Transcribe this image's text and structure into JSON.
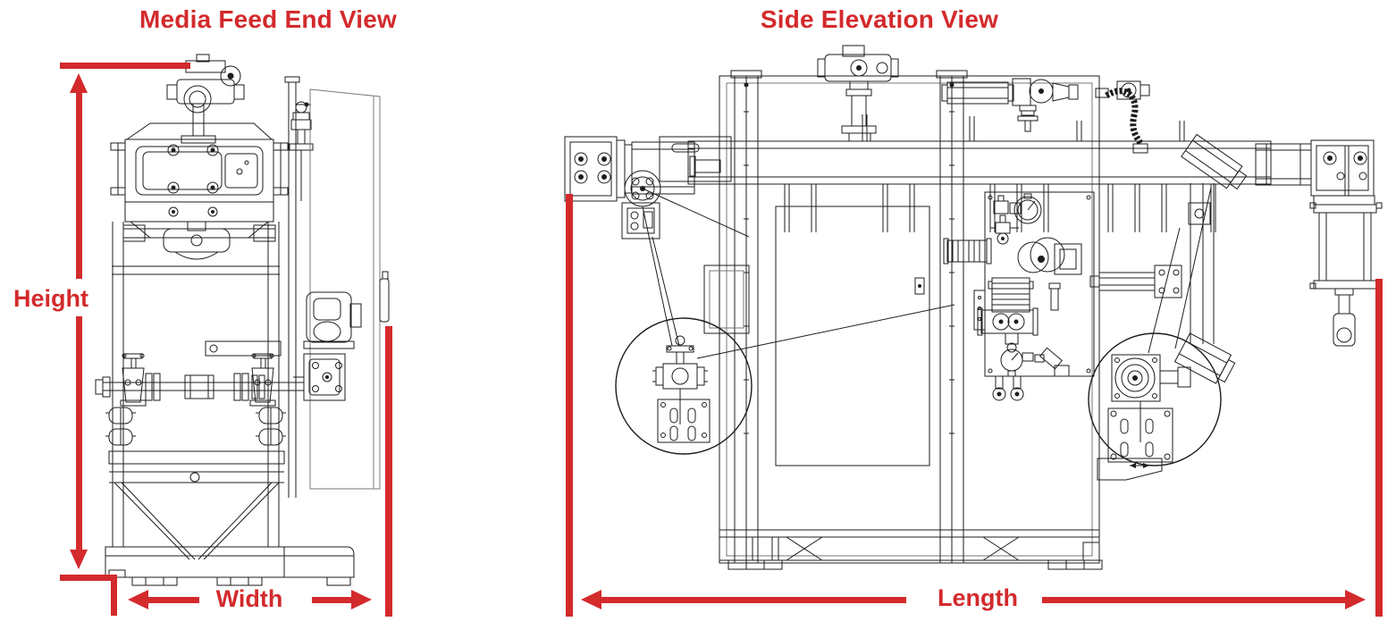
{
  "colors": {
    "dimension_red": "#d32a2c",
    "line_art": "#1d1d1d",
    "background": "#ffffff"
  },
  "views": {
    "media_feed_end": {
      "title": "Media Feed End View",
      "dimensions": {
        "height": {
          "label": "Height",
          "orientation": "vertical"
        },
        "width": {
          "label": "Width",
          "orientation": "horizontal"
        }
      }
    },
    "side_elevation": {
      "title": "Side Elevation View",
      "dimensions": {
        "length": {
          "label": "Length",
          "orientation": "horizontal"
        }
      }
    }
  }
}
